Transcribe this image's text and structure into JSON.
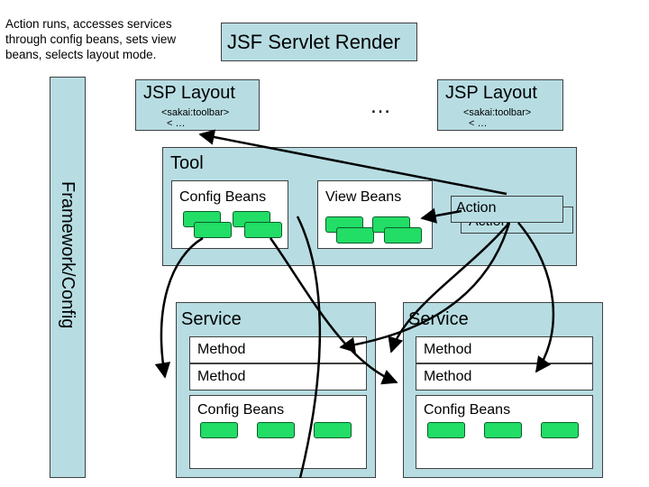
{
  "caption": {
    "line1": "Action runs, accesses services",
    "line2": "through config beans, sets view",
    "line3": "beans, selects layout mode."
  },
  "render_box": {
    "label": "JSF Servlet Render"
  },
  "jsp_left": {
    "title": "JSP Layout",
    "tag1": "<sakai:toolbar>",
    "tag2": "< …"
  },
  "ellipsis": "…",
  "jsp_right": {
    "title": "JSP Layout",
    "tag1": "<sakai:toolbar>",
    "tag2": "< …"
  },
  "framework": {
    "label": "Framework/Config"
  },
  "tool": {
    "label": "Tool",
    "config_beans": "Config Beans",
    "view_beans": "View Beans",
    "action_back": "Action",
    "action_front": "Action"
  },
  "service_left": {
    "label": "Service",
    "method1": "Method",
    "method2": "Method",
    "config_beans": "Config Beans"
  },
  "service_right": {
    "label": "Service",
    "method1": "Method",
    "method2": "Method",
    "config_beans": "Config Beans"
  },
  "colors": {
    "box_fill": "#b7dde3",
    "bean_fill": "#22dd66",
    "border": "#404040"
  }
}
